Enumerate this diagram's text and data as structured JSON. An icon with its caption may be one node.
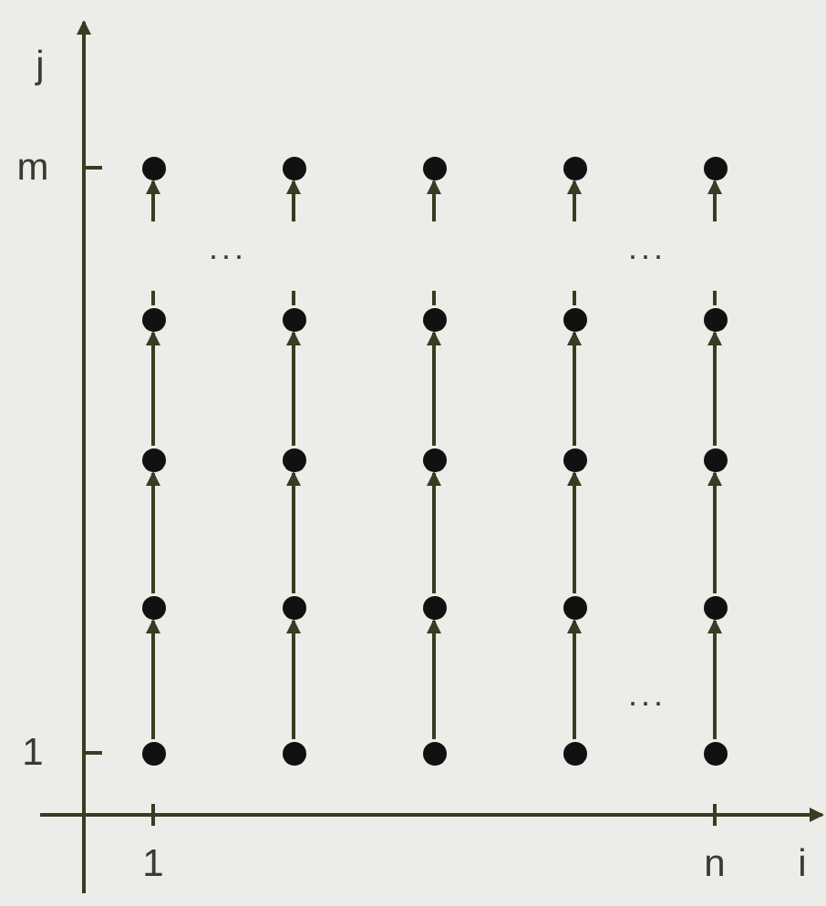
{
  "diagram": {
    "nodes": [
      {
        "text": [],
        "shape": "circle"
      },
      {
        "text": [],
        "shape": "circle"
      },
      {
        "text": [],
        "shape": "circle"
      },
      {
        "text": [],
        "shape": "circle"
      },
      {
        "text": [],
        "shape": "circle"
      },
      {
        "text": [],
        "shape": "circle"
      },
      {
        "text": [],
        "shape": "circle"
      },
      {
        "text": [],
        "shape": "circle"
      },
      {
        "text": [],
        "shape": "circle"
      },
      {
        "text": [],
        "shape": "circle"
      },
      {
        "text": [],
        "shape": "circle"
      },
      {
        "text": [],
        "shape": "circle"
      },
      {
        "text": [],
        "shape": "circle"
      },
      {
        "text": [],
        "shape": "circle"
      },
      {
        "text": [],
        "shape": "circle"
      },
      {
        "text": [],
        "shape": "circle"
      },
      {
        "text": [],
        "shape": "circle"
      },
      {
        "text": [],
        "shape": "circle"
      },
      {
        "text": [],
        "shape": "circle"
      },
      {
        "text": [],
        "shape": "circle"
      },
      {
        "text": [],
        "shape": "circle"
      },
      {
        "text": [],
        "shape": "circle"
      },
      {
        "text": [],
        "shape": "circle"
      },
      {
        "text": [],
        "shape": "circle"
      },
      {
        "text": [],
        "shape": "circle"
      }
    ],
    "edges": [
      {
        "from": 20,
        "to": 15,
        "arrow": "to"
      },
      {
        "from": 15,
        "to": 10,
        "arrow": "to"
      },
      {
        "from": 10,
        "to": 5,
        "arrow": "to"
      },
      {
        "from": 5,
        "to": null,
        "arrow": "none"
      },
      {
        "from": null,
        "to": 0,
        "arrow": "to"
      },
      {
        "from": 21,
        "to": 16,
        "arrow": "to"
      },
      {
        "from": 16,
        "to": 11,
        "arrow": "to"
      },
      {
        "from": 11,
        "to": 6,
        "arrow": "to"
      },
      {
        "from": 6,
        "to": null,
        "arrow": "none"
      },
      {
        "from": null,
        "to": 1,
        "arrow": "to"
      },
      {
        "from": 22,
        "to": 17,
        "arrow": "to"
      },
      {
        "from": 17,
        "to": 12,
        "arrow": "to"
      },
      {
        "from": 12,
        "to": 7,
        "arrow": "to"
      },
      {
        "from": 7,
        "to": null,
        "arrow": "none"
      },
      {
        "from": null,
        "to": 2,
        "arrow": "to"
      },
      {
        "from": 23,
        "to": 18,
        "arrow": "to"
      },
      {
        "from": 18,
        "to": 13,
        "arrow": "to"
      },
      {
        "from": 13,
        "to": 8,
        "arrow": "to"
      },
      {
        "from": 8,
        "to": null,
        "arrow": "none"
      },
      {
        "from": null,
        "to": 3,
        "arrow": "to"
      },
      {
        "from": 24,
        "to": 19,
        "arrow": "to"
      },
      {
        "from": 19,
        "to": 14,
        "arrow": "to"
      },
      {
        "from": 14,
        "to": 9,
        "arrow": "to"
      },
      {
        "from": 9,
        "to": null,
        "arrow": "none"
      },
      {
        "from": null,
        "to": 4,
        "arrow": "to"
      }
    ],
    "labels": [
      "j",
      "m",
      "...",
      "...",
      "...",
      "1",
      "1",
      "n",
      "i"
    ]
  }
}
